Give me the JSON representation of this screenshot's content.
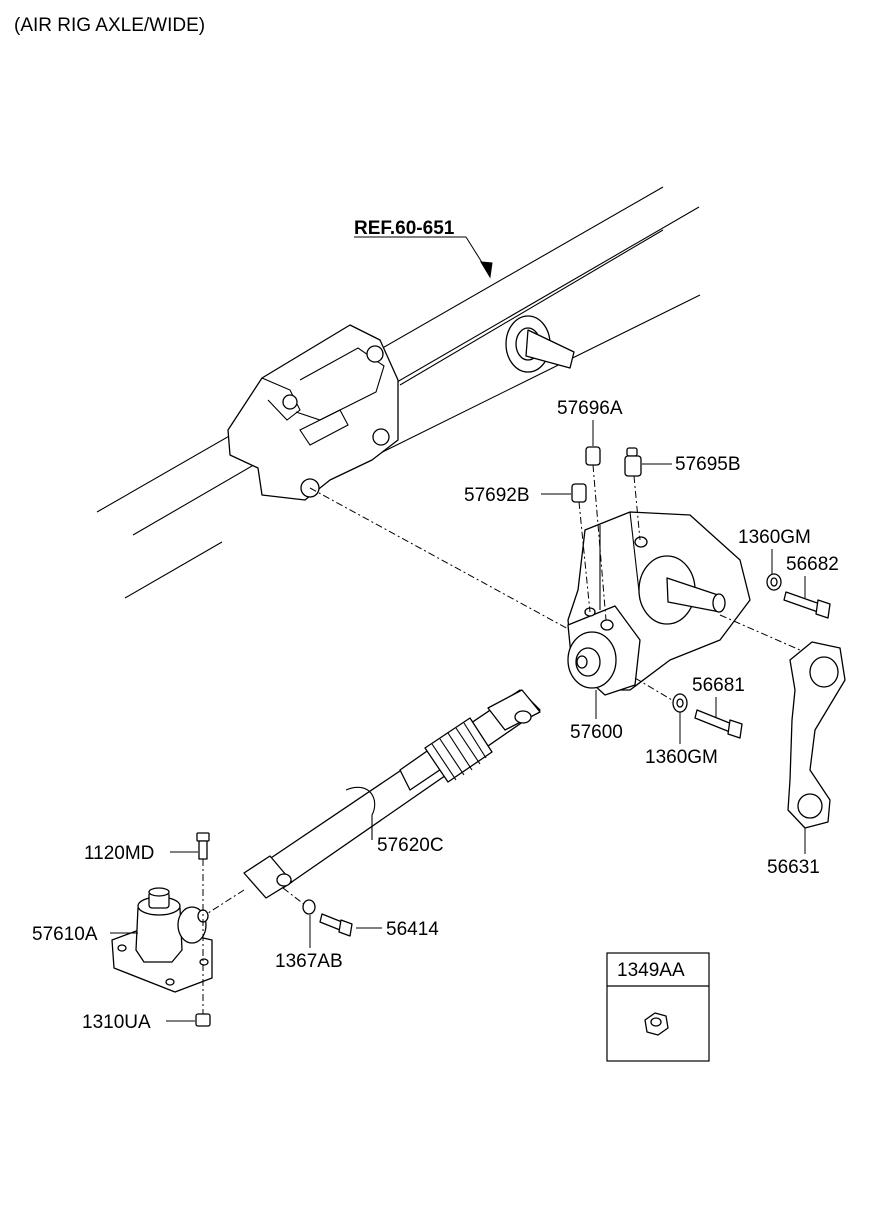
{
  "header": {
    "title": "(AIR RIG AXLE/WIDE)"
  },
  "reference": {
    "label": "REF.60-651"
  },
  "parts": {
    "p57696A": "57696A",
    "p57695B": "57695B",
    "p57692B": "57692B",
    "p1360GM_top": "1360GM",
    "p56682": "56682",
    "p56681": "56681",
    "p57600": "57600",
    "p1360GM_bottom": "1360GM",
    "p57620C": "57620C",
    "p56631": "56631",
    "p1120MD": "1120MD",
    "p57610A": "57610A",
    "p56414": "56414",
    "p1367AB": "1367AB",
    "p1310UA": "1310UA"
  },
  "inset": {
    "label": "1349AA"
  }
}
